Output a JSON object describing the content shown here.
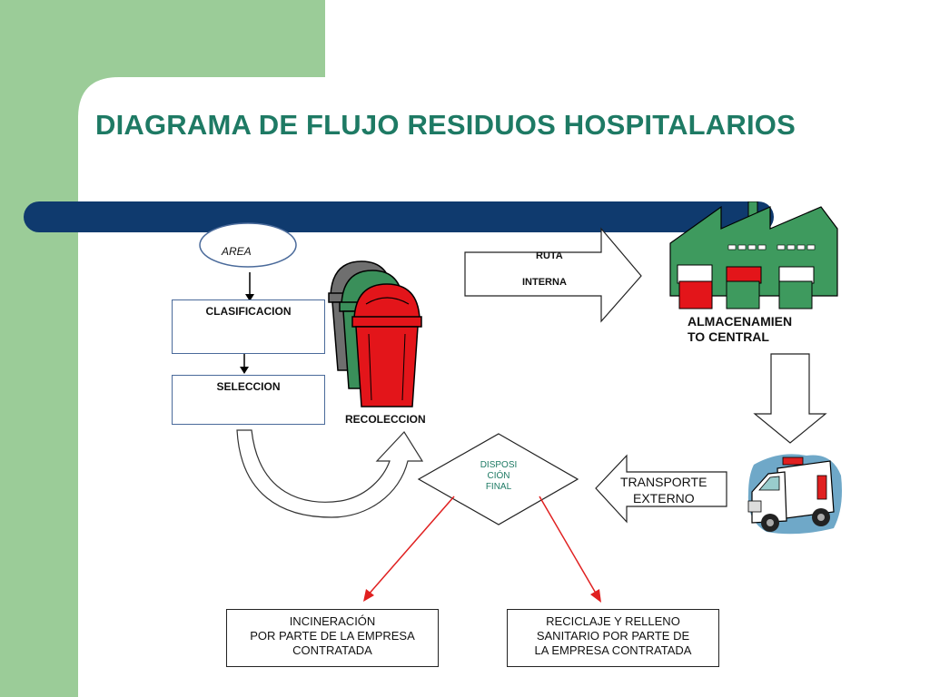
{
  "title": "DIAGRAMA DE FLUJO RESIDUOS HOSPITALARIOS",
  "colors": {
    "sidebar": "#9bcc98",
    "title": "#1e7a64",
    "band": "#0f3a6e",
    "factory": "#3e9a5e",
    "bin_red": "#e3151a",
    "bin_green": "#3a8f5a",
    "bin_gray": "#6f6f6f",
    "arrow_red": "#e02020"
  },
  "nodes": {
    "area": "AREA",
    "clasificacion": "CLASIFICACION",
    "seleccion": "SELECCION",
    "recoleccion": "RECOLECCION",
    "ruta_line1": "RUTA",
    "ruta_line2": "INTERNA",
    "almacenamiento_line1": "ALMACENAMIEN",
    "almacenamiento_line2": "TO  CENTRAL",
    "disposicion_line1": "DISPOSI",
    "disposicion_line2": "CIÓN",
    "disposicion_line3": "FINAL",
    "transporte_line1": "TRANSPORTE",
    "transporte_line2": "EXTERNO",
    "incineracion_line1": "INCINERACIÓN",
    "incineracion_line2": "POR PARTE DE LA  EMPRESA",
    "incineracion_line3": "CONTRATADA",
    "reciclaje_line1": "RECICLAJE Y RELLENO",
    "reciclaje_line2": "SANITARIO POR PARTE DE",
    "reciclaje_line3": "LA  EMPRESA CONTRATADA"
  },
  "icons": [
    "waste-bins-icon",
    "factory-icon",
    "ambulance-icon"
  ]
}
